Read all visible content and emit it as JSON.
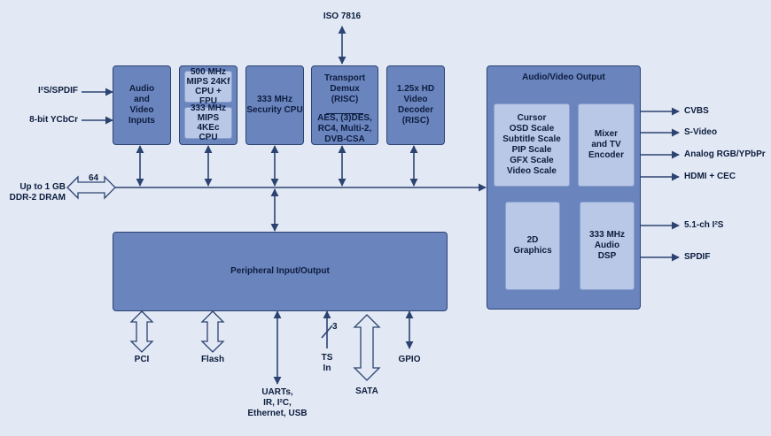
{
  "top_label": "ISO 7816",
  "inputs": {
    "i2s_spdif": "I²S/SPDIF",
    "ycbcr": "8-bit YCbCr",
    "ddr": "Up to 1 GB\nDDR-2 DRAM",
    "bus_width": "64"
  },
  "blocks": {
    "av_inputs": "Audio\nand\nVideo\nInputs",
    "cpu1": "500 MHz\nMIPS 24Kf\nCPU + FPU",
    "cpu2": "333 MHz\nMIPS 4KEc\nCPU",
    "security_cpu": "333 MHz\nSecurity CPU",
    "transport_top": "Transport\nDemux\n(RISC)",
    "transport_bottom": "AES, (3)DES,\nRC4, Multi-2,\nDVB-CSA",
    "video_decoder": "1.25x HD\nVideo\nDecoder\n(RISC)",
    "peripheral": "Peripheral Input/Output"
  },
  "av_output": {
    "title": "Audio/Video Output",
    "scaler": "Cursor\nOSD Scale\nSubtitle Scale\nPIP Scale\nGFX Scale\nVideo Scale",
    "mixer": "Mixer\nand TV\nEncoder",
    "graphics": "2D\nGraphics",
    "audio_dsp": "333 MHz\nAudio\nDSP"
  },
  "outputs": {
    "cvbs": "CVBS",
    "svideo": "S-Video",
    "analog": "Analog RGB/YPbPr",
    "hdmi": "HDMI + CEC",
    "i2s51": "5.1-ch I²S",
    "spdif": "SPDIF"
  },
  "bottom": {
    "pci": "PCI",
    "flash": "Flash",
    "uarts": "UARTs,\nIR, I²C,\nEthernet, USB",
    "ts_in": "TS\nIn",
    "ts_width": "3",
    "sata": "SATA",
    "gpio": "GPIO"
  },
  "colors": {
    "background": "#e2e9f4",
    "block": "#6a84bd",
    "inner_block": "#b9c8e6",
    "line": "#2c4372"
  }
}
